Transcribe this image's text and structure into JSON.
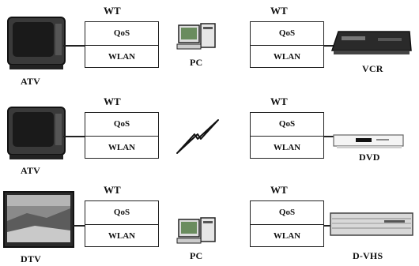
{
  "rows": [
    {
      "left_device": "ATV",
      "left_box": {
        "title": "WT",
        "top": "QoS",
        "bottom": "WLAN"
      },
      "middle": "PC",
      "right_box": {
        "title": "WT",
        "top": "QoS",
        "bottom": "WLAN"
      },
      "right_device": "VCR"
    },
    {
      "left_device": "ATV",
      "left_box": {
        "title": "WT",
        "top": "QoS",
        "bottom": "WLAN"
      },
      "middle": "",
      "right_box": {
        "title": "WT",
        "top": "QoS",
        "bottom": "WLAN"
      },
      "right_device": "DVD"
    },
    {
      "left_device": "DTV",
      "left_box": {
        "title": "WT",
        "top": "QoS",
        "bottom": "WLAN"
      },
      "middle": "PC",
      "right_box": {
        "title": "WT",
        "top": "QoS",
        "bottom": "WLAN"
      },
      "right_device": "D-VHS"
    }
  ],
  "icons": {
    "tv": "tv-icon",
    "pc": "pc-icon",
    "wireless": "wireless-link-icon",
    "vcr": "vcr-icon",
    "dvd": "dvd-player-icon",
    "dvhs": "d-vhs-icon"
  }
}
